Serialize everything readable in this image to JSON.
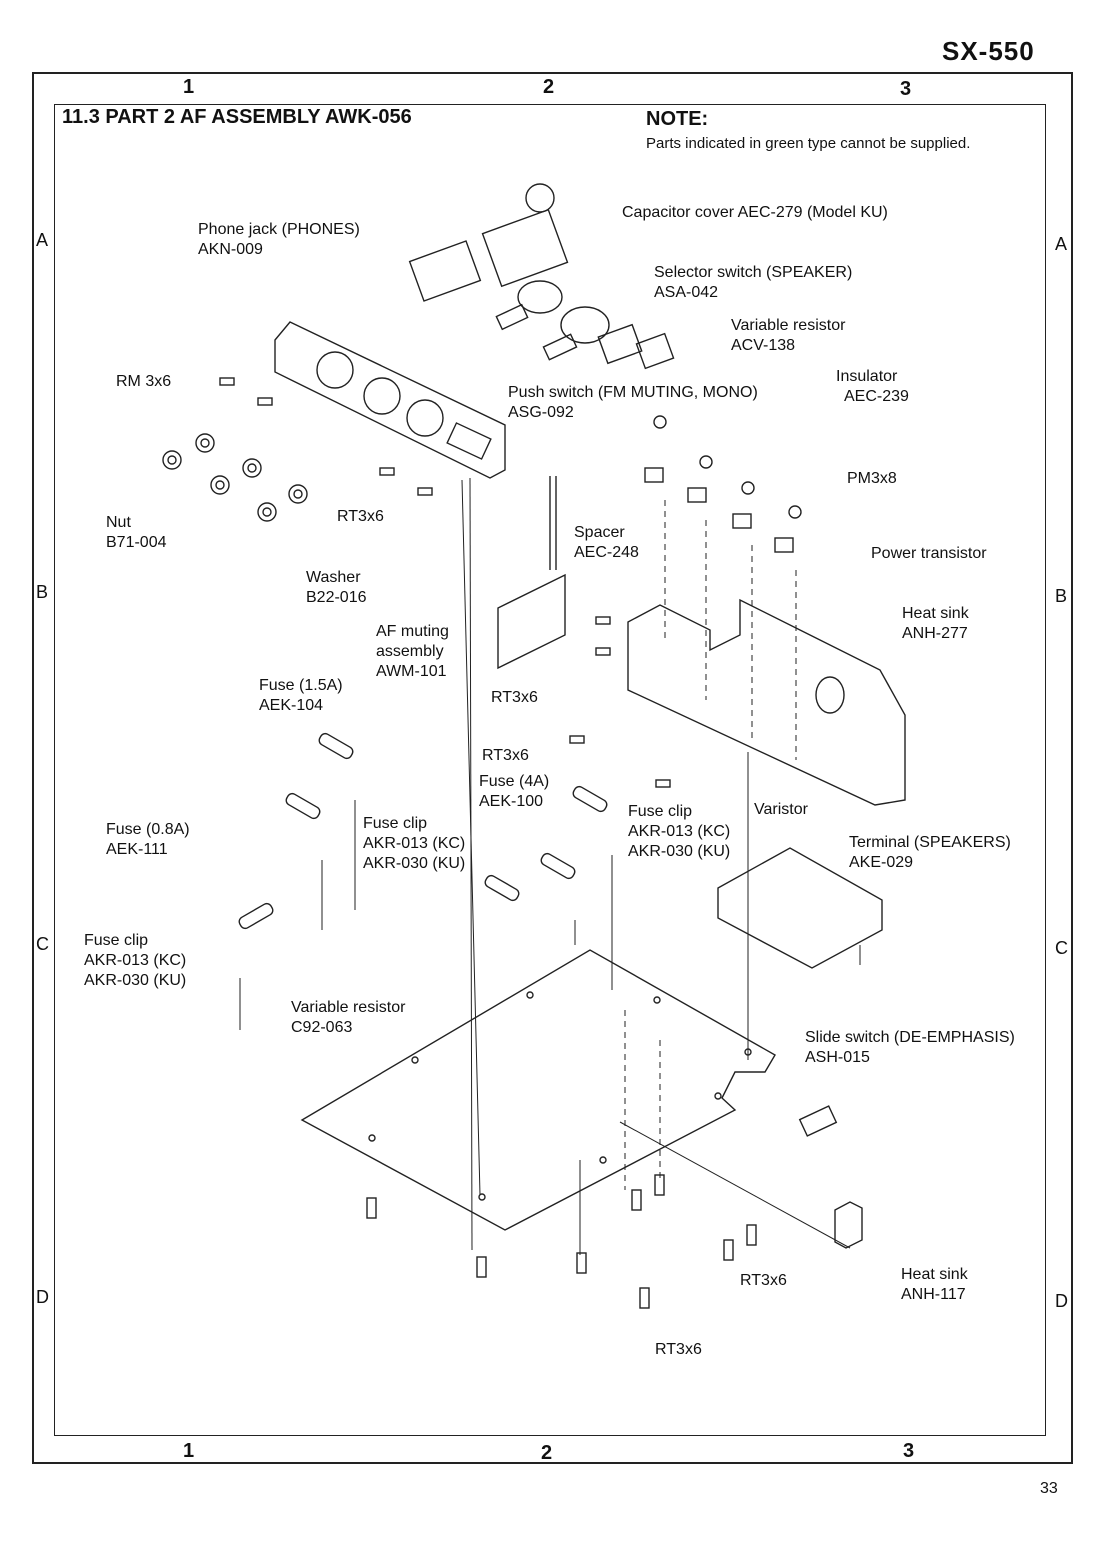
{
  "header": {
    "model": "SX-550",
    "page_number": "33"
  },
  "grid": {
    "columns": [
      "1",
      "2",
      "3"
    ],
    "rows": [
      "A",
      "B",
      "C",
      "D"
    ]
  },
  "section": {
    "title": "11.3  PART 2 AF ASSEMBLY AWK-056",
    "note_heading": "NOTE:",
    "note_text": "Parts indicated in green type cannot be supplied."
  },
  "labels": {
    "phone_jack": [
      "Phone jack (PHONES)",
      "AKN-009"
    ],
    "capacitor_cover": [
      "Capacitor cover AEC-279 (Model KU)"
    ],
    "selector_switch": [
      "Selector switch (SPEAKER)",
      "ASA-042"
    ],
    "variable_resistor_top": [
      "Variable resistor",
      "ACV-138"
    ],
    "insulator": [
      "Insulator",
      "AEC-239"
    ],
    "push_switch": [
      "Push switch (FM MUTING, MONO)",
      "ASG-092"
    ],
    "rm_screw": [
      "RM 3x6"
    ],
    "pm_screw": [
      "PM3x8"
    ],
    "power_transistor": [
      "Power transistor"
    ],
    "nut": [
      "Nut",
      "B71-004"
    ],
    "rt_screw_top": [
      "RT3x6"
    ],
    "spacer": [
      "Spacer",
      "AEC-248"
    ],
    "washer": [
      "Washer",
      "B22-016"
    ],
    "heat_sink_top": [
      "Heat sink",
      "ANH-277"
    ],
    "af_muting": [
      "AF muting",
      "assembly",
      "AWM-101"
    ],
    "fuse_15": [
      "Fuse (1.5A)",
      "AEK-104"
    ],
    "rt_screw_mid": [
      "RT3x6"
    ],
    "rt_screw_mid2": [
      "RT3x6"
    ],
    "fuse_4": [
      "Fuse (4A)",
      "AEK-100"
    ],
    "varistor": [
      "Varistor"
    ],
    "fuse_clip_left": [
      "Fuse clip",
      "AKR-013 (KC)",
      "AKR-030 (KU)"
    ],
    "fuse_clip_center": [
      "Fuse clip",
      "AKR-013 (KC)",
      "AKR-030 (KU)"
    ],
    "fuse_clip_right": [
      "Fuse clip",
      "AKR-013 (KC)",
      "AKR-030 (KU)"
    ],
    "fuse_08": [
      "Fuse (0.8A)",
      "AEK-111"
    ],
    "terminal": [
      "Terminal (SPEAKERS)",
      "AKE-029"
    ],
    "variable_resistor_bottom": [
      "Variable resistor",
      "C92-063"
    ],
    "slide_switch": [
      "Slide switch (DE-EMPHASIS)",
      "ASH-015"
    ],
    "rt_screw_bottom": [
      "RT3x6"
    ],
    "heat_sink_bottom": [
      "Heat sink",
      "ANH-117"
    ],
    "rt_screw_foot": [
      "RT3x6"
    ]
  }
}
